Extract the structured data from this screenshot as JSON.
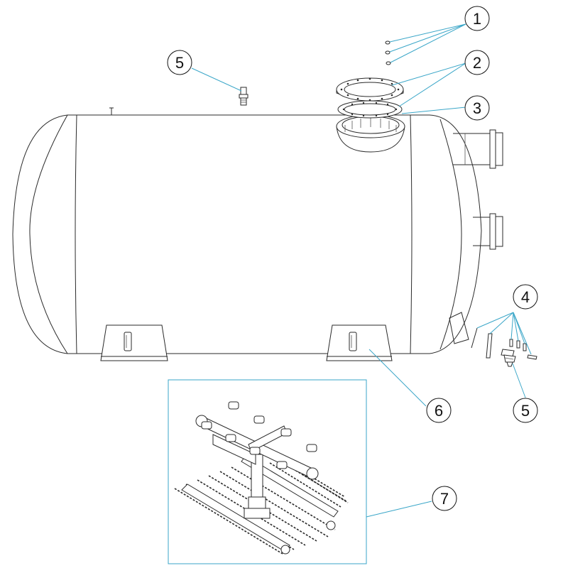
{
  "diagram": {
    "callouts": [
      {
        "id": "1",
        "label": "1"
      },
      {
        "id": "2",
        "label": "2"
      },
      {
        "id": "3",
        "label": "3"
      },
      {
        "id": "4",
        "label": "4"
      },
      {
        "id": "5a",
        "label": "5"
      },
      {
        "id": "5b",
        "label": "5"
      },
      {
        "id": "6",
        "label": "6"
      },
      {
        "id": "7",
        "label": "7"
      }
    ],
    "colors": {
      "leader": "#3aa6c8",
      "inset_frame": "#3aa6c8",
      "outline": "#2a2a2a"
    }
  }
}
